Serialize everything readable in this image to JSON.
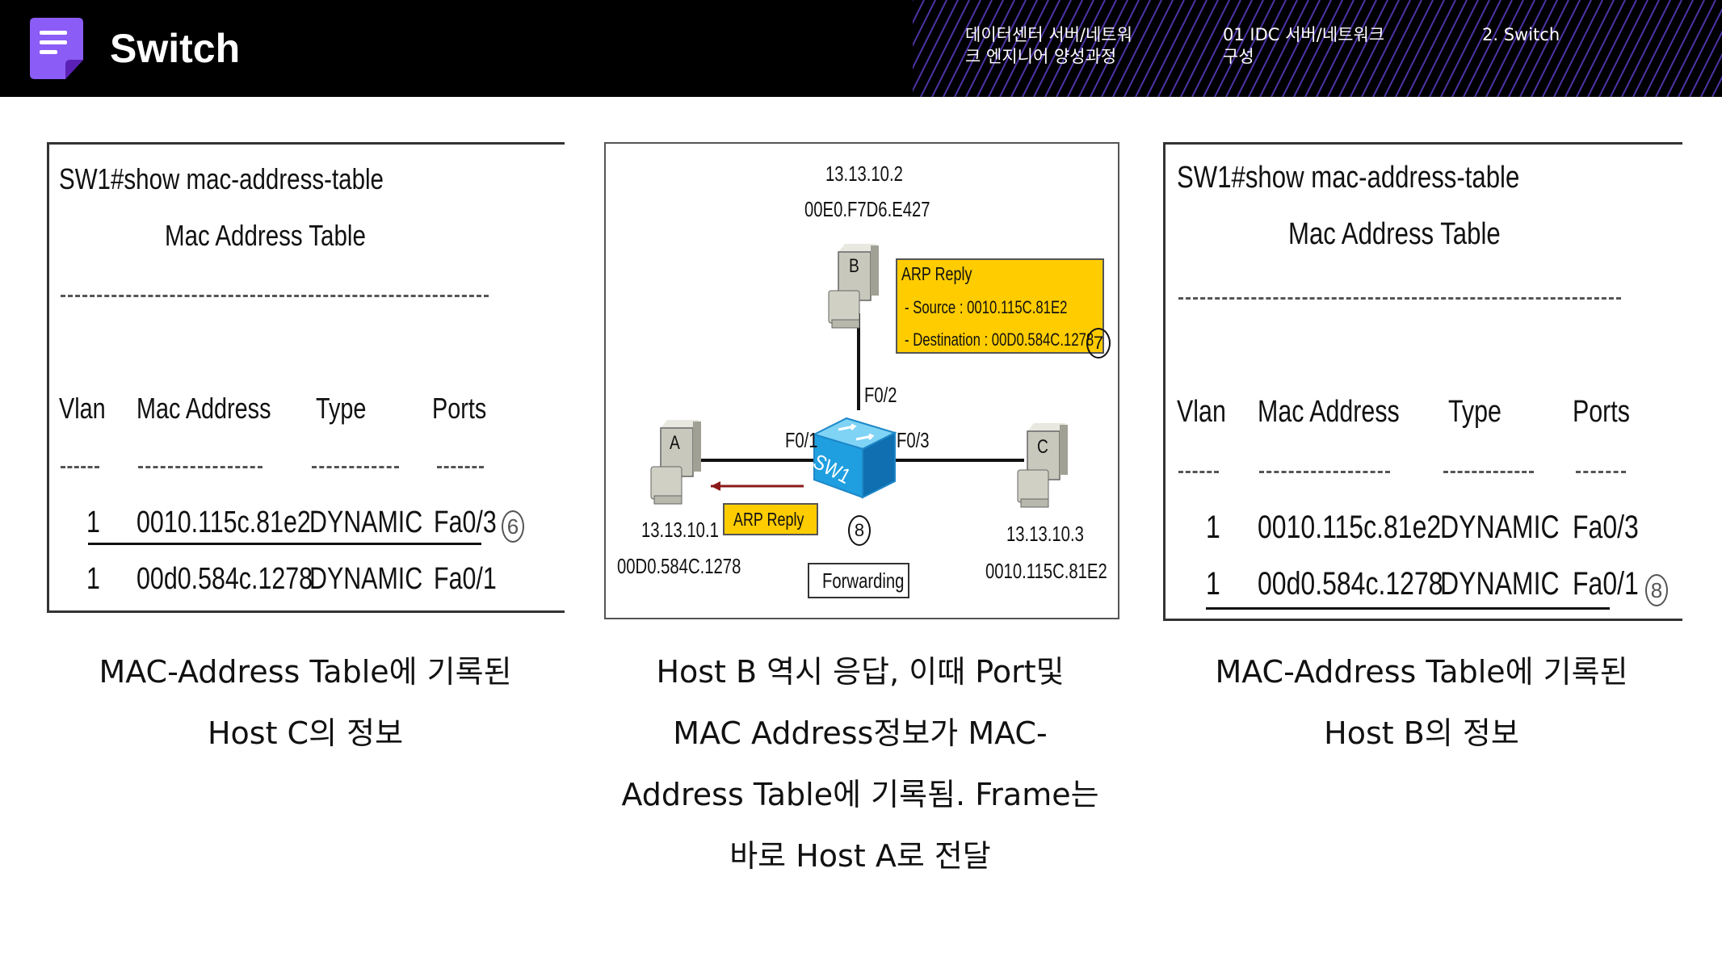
{
  "header": {
    "title": "Switch",
    "breadcrumb": [
      {
        "label": "데이터센터 서버/네트워\n크 엔지니어 양성과정"
      },
      {
        "label": "01 IDC 서버/네트워크\n구성"
      },
      {
        "label": "2. Switch"
      }
    ],
    "accent_color": "#7a3cf0"
  },
  "panel_left": {
    "command": "SW1#show mac-address-table",
    "table_title": "Mac Address Table",
    "dashes": "------------------------------------------------------------",
    "headers": [
      "Vlan",
      "Mac Address",
      "Type",
      "Ports"
    ],
    "header_dashes": [
      "-----",
      "----------------",
      "-----------",
      "------"
    ],
    "rows": [
      {
        "vlan": "1",
        "mac": "0010.115c.81e2",
        "type": "DYNAMIC",
        "port": "Fa0/3"
      },
      {
        "vlan": "1",
        "mac": "00d0.584c.1278",
        "type": "DYNAMIC",
        "port": "Fa0/1"
      }
    ],
    "step_marker": "6"
  },
  "panel_middle": {
    "host_b": {
      "ip": "13.13.10.2",
      "mac": "00E0.F7D6.E427",
      "label": "B"
    },
    "host_a": {
      "ip": "13.13.10.1",
      "mac": "00D0.584C.1278",
      "label": "A"
    },
    "host_c": {
      "ip": "13.13.10.3",
      "mac": "0010.115C.81E2",
      "label": "C"
    },
    "switch_label": "SW1",
    "ports": {
      "f01": "F0/1",
      "f02": "F0/2",
      "f03": "F0/3"
    },
    "reply_box": {
      "title": "ARP Reply",
      "source": "- Source : 0010.115C.81E2",
      "destination": "- Destination : 00D0.584C.1278",
      "step": "7",
      "color": "#ffcc00"
    },
    "arp_tag": "ARP Reply",
    "step_forward": "8",
    "forwarding": "Forwarding"
  },
  "panel_right": {
    "command": "SW1#show mac-address-table",
    "table_title": "Mac Address Table",
    "dashes": "------------------------------------------------------------",
    "headers": [
      "Vlan",
      "Mac Address",
      "Type",
      "Ports"
    ],
    "header_dashes": [
      "-----",
      "----------------",
      "-----------",
      "------"
    ],
    "rows": [
      {
        "vlan": "1",
        "mac": "0010.115c.81e2",
        "type": "DYNAMIC",
        "port": "Fa0/3"
      },
      {
        "vlan": "1",
        "mac": "00d0.584c.1278",
        "type": "DYNAMIC",
        "port": "Fa0/1"
      }
    ],
    "step_marker": "8"
  },
  "captions": {
    "left": [
      "MAC-Address Table에 기록된",
      "Host C의 정보"
    ],
    "middle": [
      "Host B 역시 응답, 이때 Port및",
      "MAC Address정보가 MAC-",
      "Address Table에 기록됨. Frame는",
      "바로 Host A로 전달"
    ],
    "right": [
      "MAC-Address Table에 기록된",
      "Host B의 정보"
    ]
  }
}
